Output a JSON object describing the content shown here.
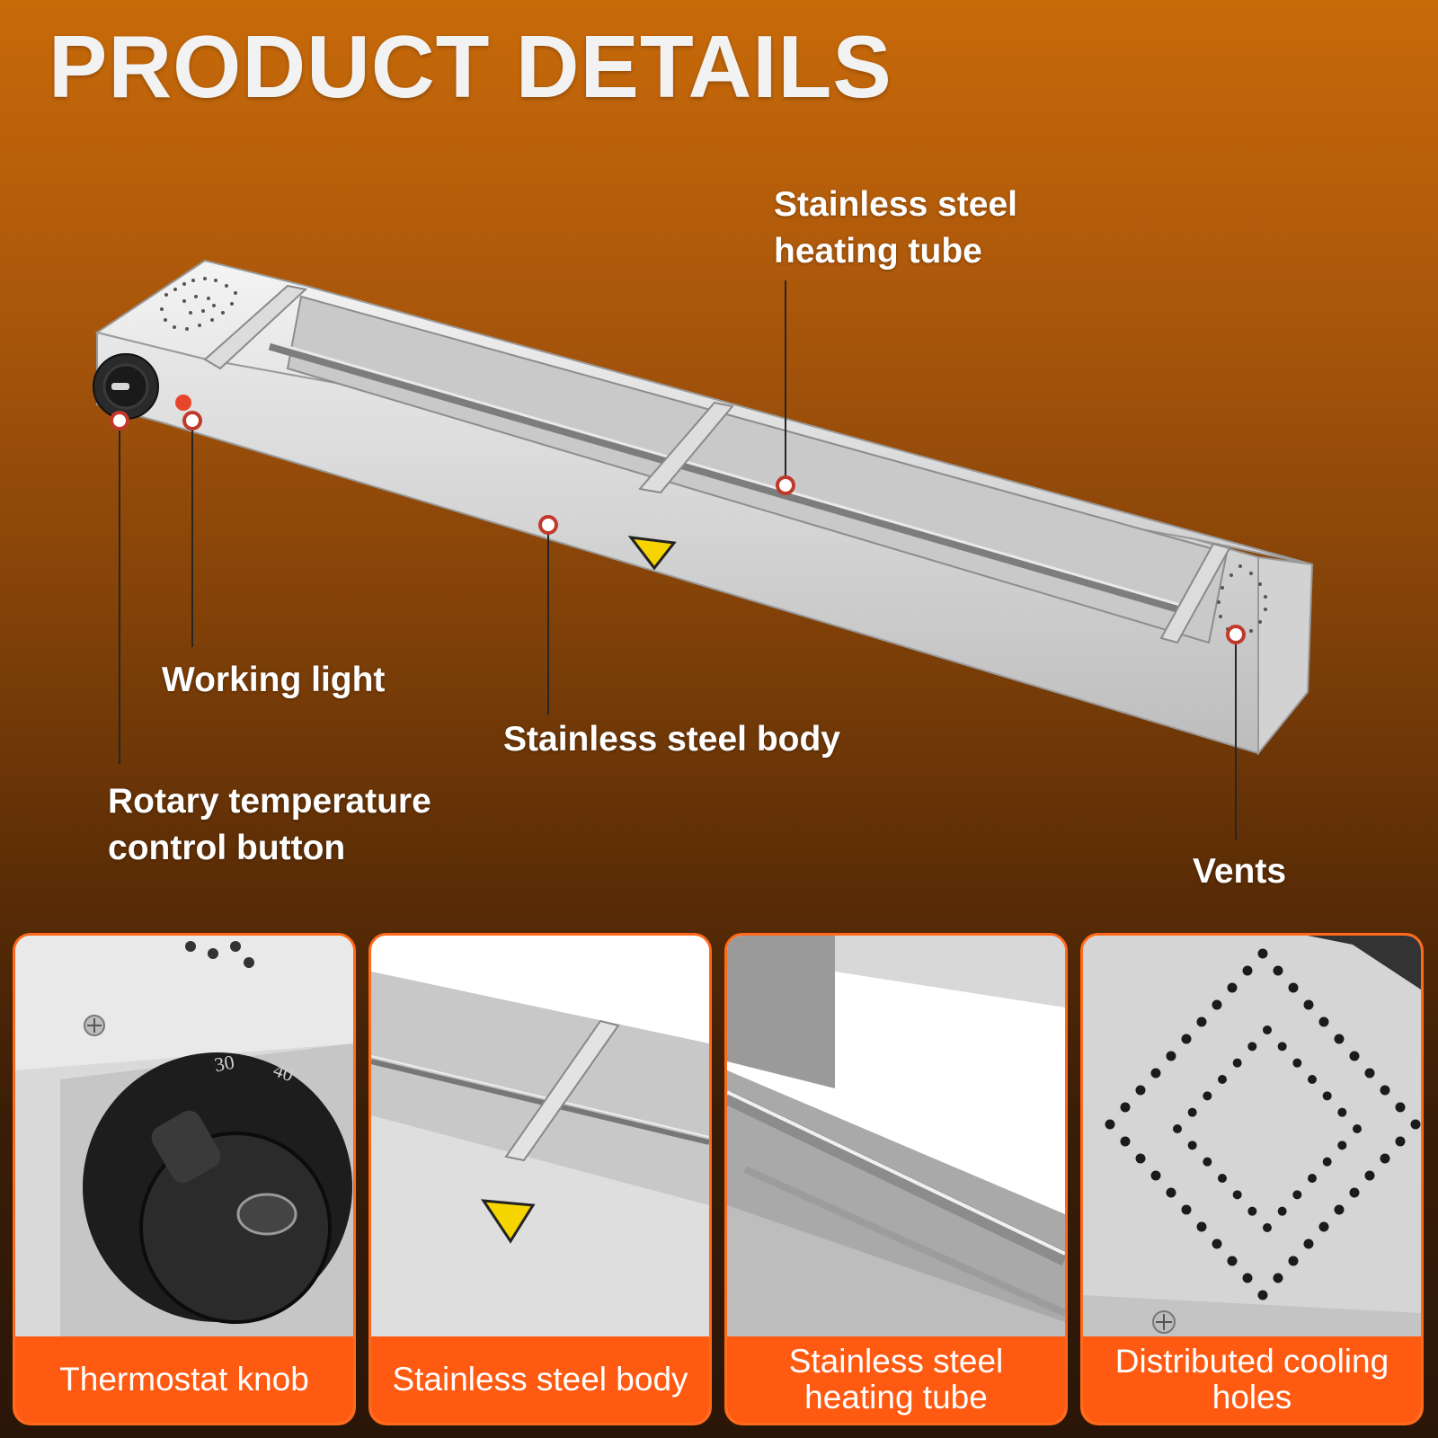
{
  "header": {
    "title": "PRODUCT DETAILS"
  },
  "callouts": {
    "heating_tube": {
      "line1": "Stainless steel",
      "line2": "heating tube"
    },
    "working_light": "Working light",
    "body": "Stainless steel body",
    "rotary": {
      "line1": "Rotary temperature",
      "line2": "control button"
    },
    "vents": "Vents"
  },
  "cards": [
    {
      "line1": "Thermostat knob",
      "line2": ""
    },
    {
      "line1": "Stainless steel body",
      "line2": ""
    },
    {
      "line1": "Stainless steel",
      "line2": "heating tube"
    },
    {
      "line1": "Distributed cooling",
      "line2": "holes"
    }
  ],
  "knob": {
    "tick_30": "30",
    "tick_40": "40"
  },
  "colors": {
    "accent": "#ff5a12",
    "card_border": "#ff6a1a",
    "marker": "#c0392b"
  },
  "icons": [
    "warning-triangle-icon",
    "temperature-knob-icon",
    "screw-icon"
  ]
}
